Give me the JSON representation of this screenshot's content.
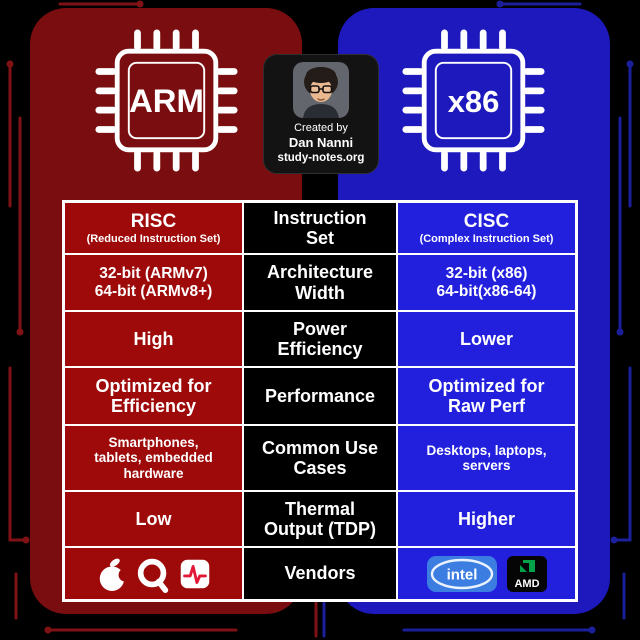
{
  "page": {
    "background": "#000000"
  },
  "arm": {
    "label": "ARM",
    "panel_color": "#7a0d0f",
    "cell_color": "#9e0a0a"
  },
  "x86": {
    "label": "x86",
    "panel_color": "#1d19bd",
    "cell_color": "#2220dd"
  },
  "creator": {
    "created_by": "Created by",
    "name": "Dan Nanni",
    "site": "study-notes.org"
  },
  "table": {
    "rows": [
      {
        "left_main": "RISC",
        "left_sub": "(Reduced Instruction Set)",
        "center": "Instruction\nSet",
        "right_main": "CISC",
        "right_sub": "(Complex Instruction Set)"
      },
      {
        "left": "32-bit (ARMv7)\n64-bit (ARMv8+)",
        "center": "Architecture\nWidth",
        "right": "32-bit (x86)\n64-bit(x86-64)"
      },
      {
        "left": "High",
        "center": "Power\nEfficiency",
        "right": "Lower"
      },
      {
        "left": "Optimized for\nEfficiency",
        "center": "Performance",
        "right": "Optimized for\nRaw Perf"
      },
      {
        "left": "Smartphones,\ntablets, embedded\nhardware",
        "center": "Common Use\nCases",
        "right": "Desktops, laptops,\nservers"
      },
      {
        "left": "Low",
        "center": "Thermal\nOutput (TDP)",
        "right": "Higher"
      },
      {
        "center": "Vendors"
      }
    ]
  },
  "vendors": {
    "arm_logos": [
      "apple-logo",
      "qualcomm-logo",
      "broadcom-logo"
    ],
    "x86_logos": [
      "intel-logo",
      "amd-logo"
    ],
    "intel_text": "intel",
    "amd_text": "AMD"
  }
}
